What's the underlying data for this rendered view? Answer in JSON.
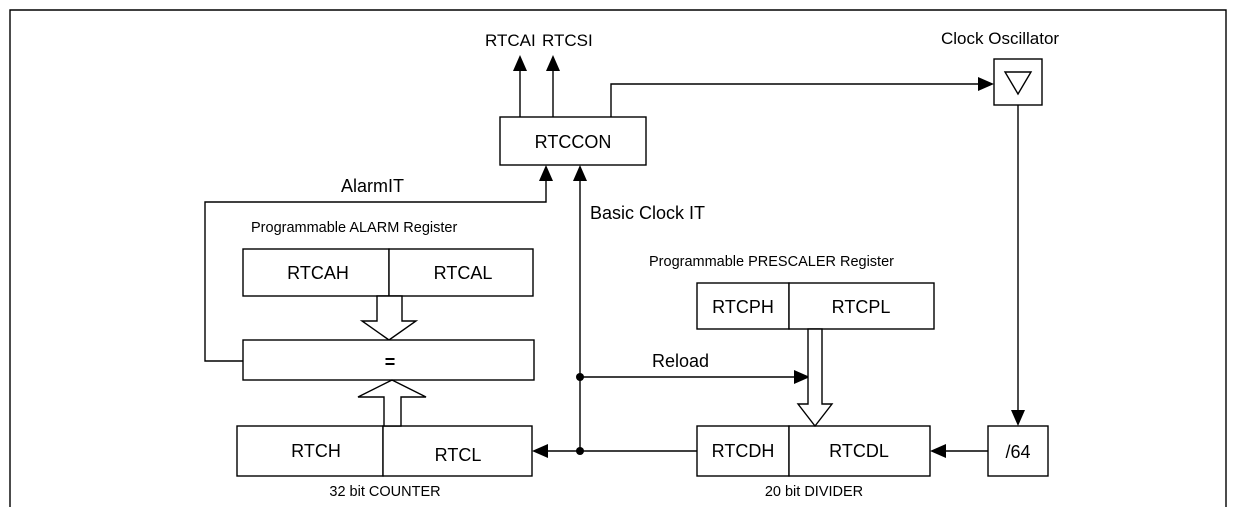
{
  "outputs": {
    "rtcai": "RTCAI",
    "rtcsi": "RTCSI"
  },
  "clock_oscillator": "Clock Oscillator",
  "rtccon": "RTCCON",
  "alarm_it": "AlarmIT",
  "basic_clock_it": "Basic Clock IT",
  "alarm_register": {
    "caption": "Programmable ALARM Register",
    "high": "RTCAH",
    "low": "RTCAL"
  },
  "comparator": "=",
  "prescaler_register": {
    "caption": "Programmable PRESCALER Register",
    "high": "RTCPH",
    "low": "RTCPL"
  },
  "reload": "Reload",
  "counter": {
    "caption": "32 bit COUNTER",
    "high": "RTCH",
    "low": "RTCL"
  },
  "divider": {
    "caption": "20 bit DIVIDER",
    "high": "RTCDH",
    "low": "RTCDL"
  },
  "divide_by": "/64"
}
